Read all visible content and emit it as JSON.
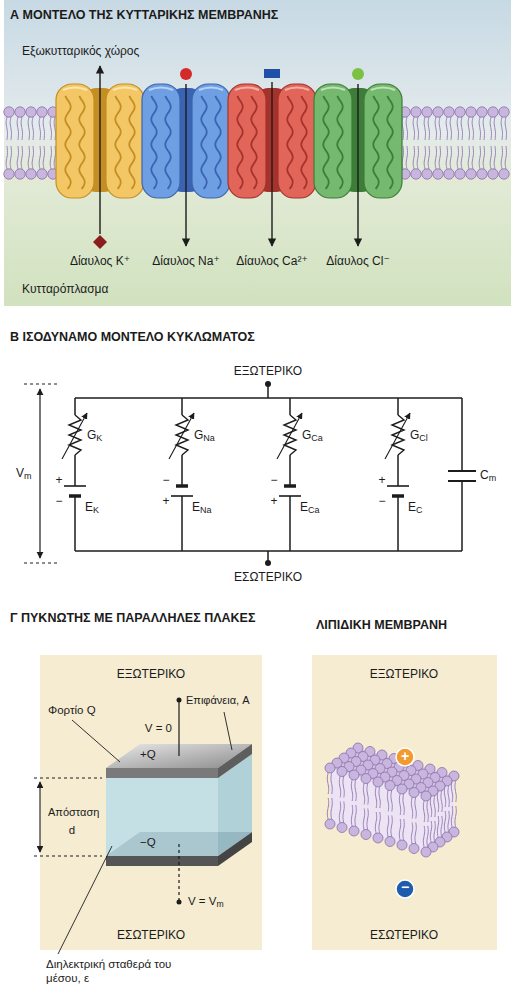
{
  "diagram": {
    "nodes": [
      {
        "text": [
          "Α ΜΟΝΤΕΛΟ ΤΗΣ ΚΥΤΤΑΡΙΚΗΣ ΜΕΜΒΡΑΝΗΣ",
          "Εξωκυτταρικός χώρος",
          "Κυτταρόπλασμα"
        ]
      },
      {
        "text": [
          "Γ ΠΥΚΝΩΤΗΣ ΜΕ ΠΑΡΑΛΛΗΛΕΣ ΠΛΑΚΕΣ",
          "ΕΞΩΤΕΡΙΚΟ",
          "ΕΣΩΤΕΡΙΚΟ"
        ]
      },
      {
        "text": [
          "ΛΙΠΙΔΙΚΗ ΜΕΜΒΡΑΝΗ",
          "ΕΞΩΤΕΡΙΚΟ",
          "ΕΣΩΤΕΡΙΚΟ"
        ]
      }
    ],
    "labels": [
      "Δίαυλος K⁺",
      "Δίαυλος Na⁺",
      "Δίαυλος Ca²⁺",
      "Δίαυλος Cl⁻",
      "Β ΙΣΟΔΥΝΑΜΟ ΜΟΝΤΕΛΟ ΚΥΚΛΩΜΑΤΟΣ",
      "ΕΞΩΤΕΡΙΚΟ",
      "Vm",
      "GK",
      "GNa",
      "GCa",
      "GCl",
      "Cm",
      "+",
      "−",
      "EK",
      "−",
      "+",
      "ENa",
      "−",
      "+",
      "ECa",
      "+",
      "−",
      "EC",
      "ΕΣΩΤΕΡΙΚΟ",
      "Φορτίο Q",
      "Επιφάνεια, A",
      "V = 0",
      "+Q",
      "Απόσταση",
      "d",
      "−Q",
      "V = Vm",
      "Διηλεκτρική σταθερά του μέσου, ε",
      "+",
      "−"
    ]
  }
}
